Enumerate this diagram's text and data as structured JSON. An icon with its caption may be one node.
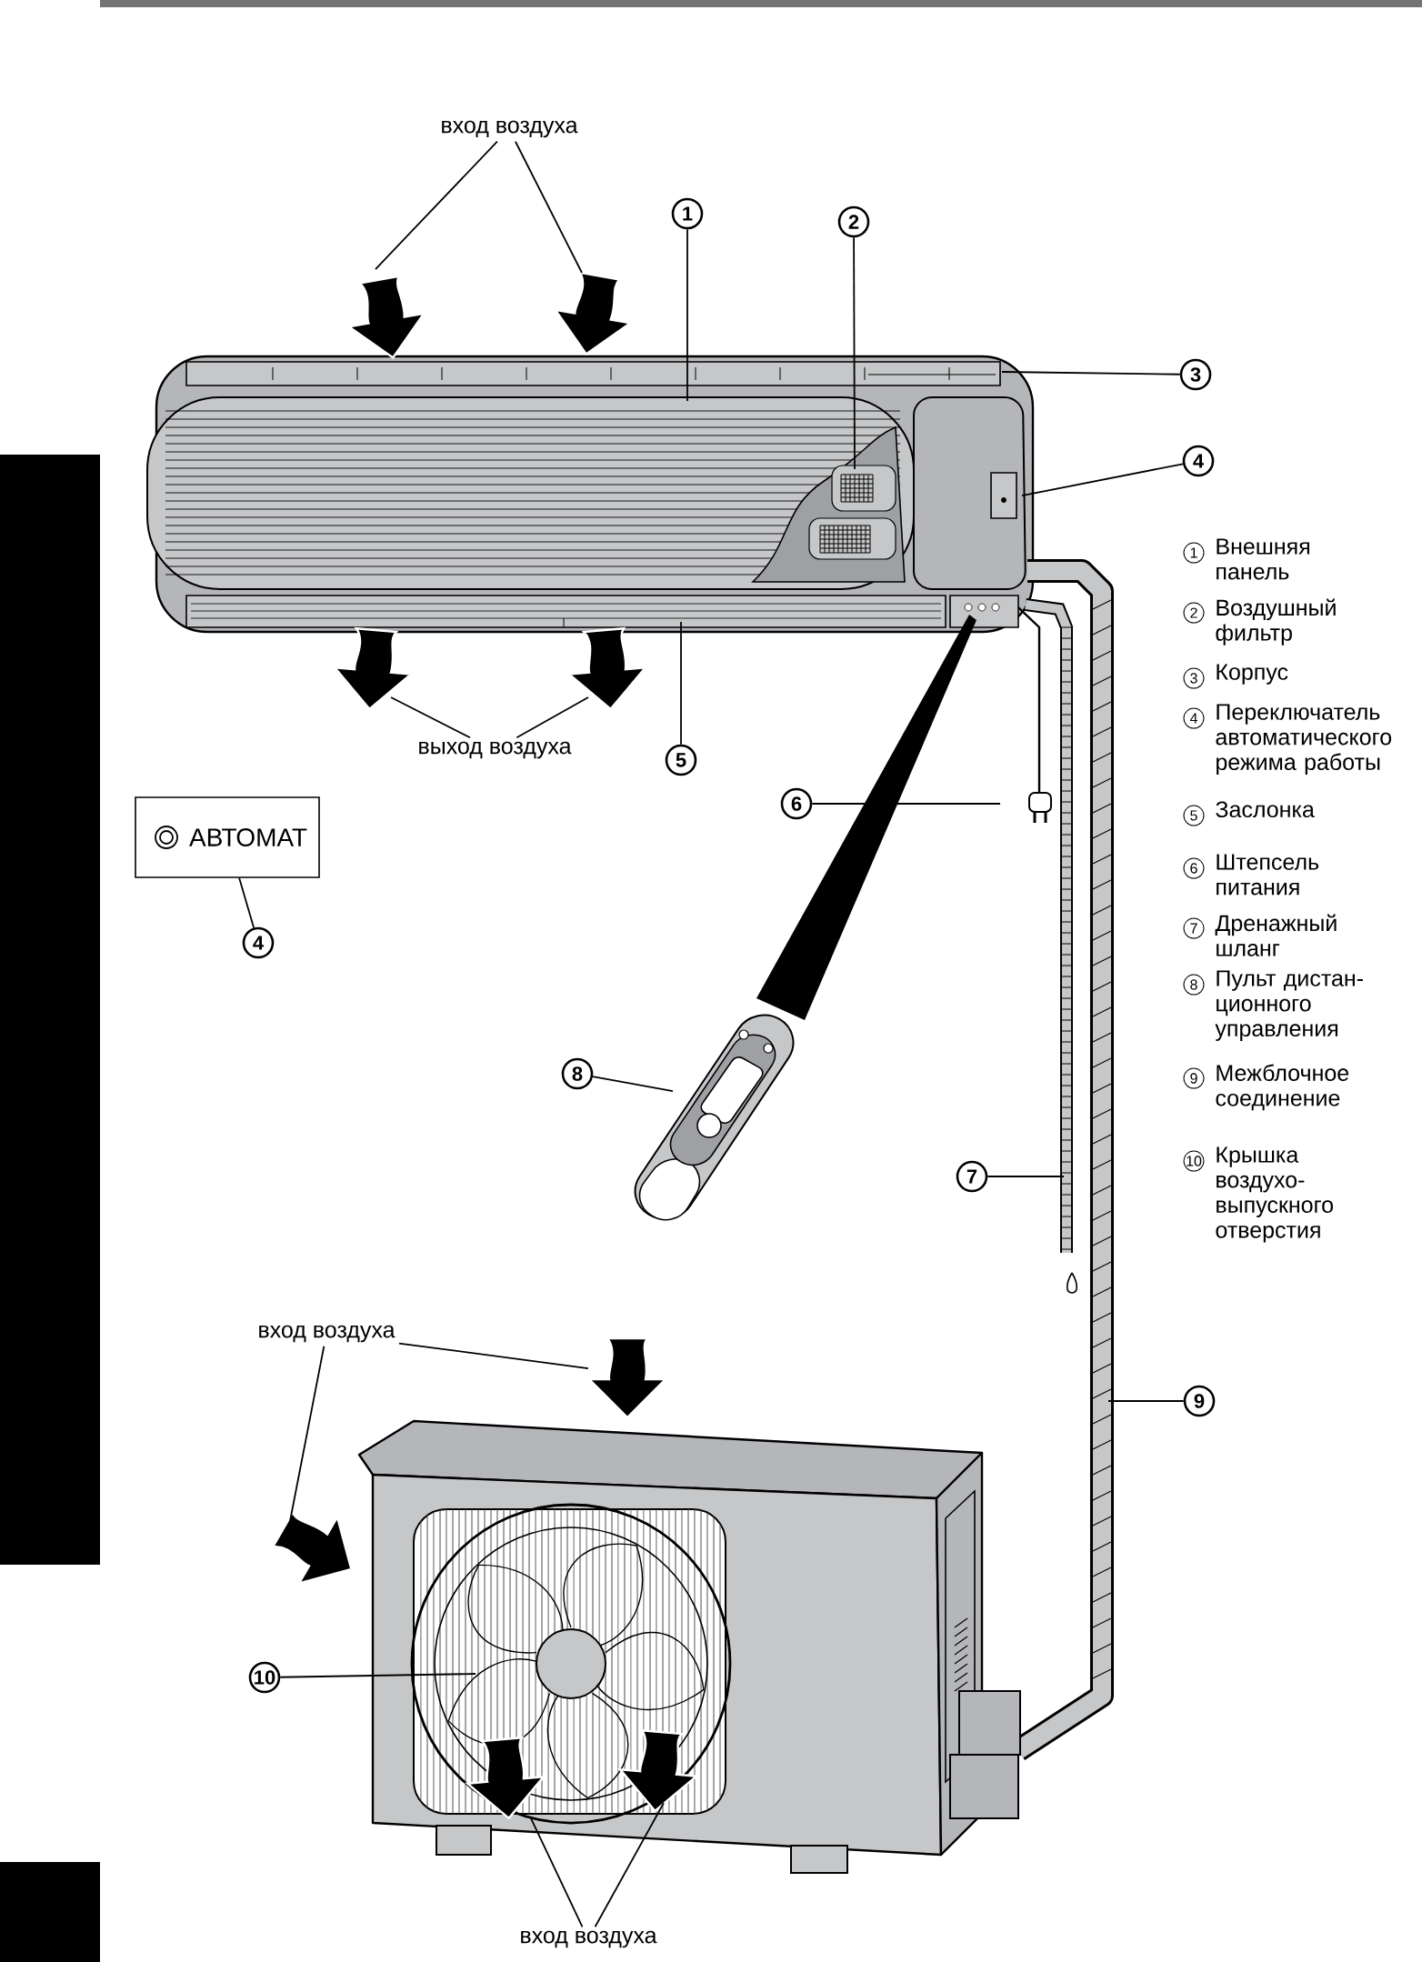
{
  "diagram": {
    "nodes": [
      {
        "text": [
          "вход воздуха"
        ]
      },
      {
        "text": [
          "1"
        ]
      },
      {
        "text": [
          "2"
        ]
      },
      {
        "text": [
          "3"
        ]
      },
      {
        "text": [
          "4"
        ]
      },
      {
        "text": [
          "выход воздуха"
        ]
      },
      {
        "text": [
          "5"
        ]
      },
      {
        "text": [
          "АВТОМАТ"
        ]
      },
      {
        "text": [
          "6"
        ]
      },
      {
        "text": [
          "4"
        ]
      },
      {
        "text": [
          "8"
        ]
      },
      {
        "text": [
          "7"
        ]
      },
      {
        "text": [
          "вход воздуха"
        ]
      },
      {
        "text": [
          "9"
        ]
      },
      {
        "text": [
          "10"
        ]
      },
      {
        "text": [
          "вход воздуха"
        ]
      }
    ],
    "edges": [
      {
        "from": 0,
        "to": null,
        "arrow": "none"
      },
      {
        "from": 0,
        "to": null,
        "arrow": "none"
      },
      {
        "from": 1,
        "to": null,
        "arrow": "none"
      },
      {
        "from": 2,
        "to": null,
        "arrow": "none"
      },
      {
        "from": 3,
        "to": null,
        "arrow": "none"
      },
      {
        "from": 4,
        "to": null,
        "arrow": "none"
      },
      {
        "from": 5,
        "to": null,
        "arrow": "none"
      },
      {
        "from": 5,
        "to": null,
        "arrow": "none"
      },
      {
        "from": 6,
        "to": null,
        "arrow": "none"
      },
      {
        "from": 7,
        "to": 9,
        "arrow": "none"
      },
      {
        "from": 8,
        "to": null,
        "arrow": "none"
      },
      {
        "from": 10,
        "to": null,
        "arrow": "none"
      },
      {
        "from": 11,
        "to": null,
        "arrow": "none"
      },
      {
        "from": 12,
        "to": null,
        "arrow": "none"
      },
      {
        "from": 12,
        "to": null,
        "arrow": "none"
      },
      {
        "from": 13,
        "to": null,
        "arrow": "none"
      },
      {
        "from": 14,
        "to": null,
        "arrow": "none"
      },
      {
        "from": 15,
        "to": null,
        "arrow": "none"
      },
      {
        "from": 15,
        "to": null,
        "arrow": "none"
      }
    ],
    "labels": [
      "1",
      "Внешняя панель",
      "2",
      "Воздушный фильтр",
      "3",
      "Корпус",
      "4",
      "Переключатель автоматического режима работы",
      "5",
      "Заслонка",
      "6",
      "Штепсель питания",
      "7",
      "Дренажный шланг",
      "8",
      "Пульт дистан- ционного управления",
      "9",
      "Межблочное соединение",
      "10",
      "Крышка воздухо- выпускного отверстия"
    ]
  }
}
